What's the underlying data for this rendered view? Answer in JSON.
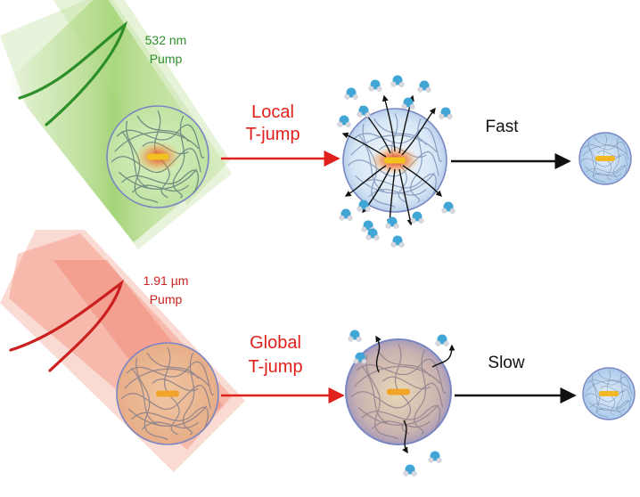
{
  "top_panel": {
    "pump_wavelength": "532 nm",
    "pump_label": "Pump",
    "jump_label_line1": "Local",
    "jump_label_line2": "T-jump",
    "speed_label": "Fast",
    "pump_color": "#2e8f2a",
    "beam_color": "#7cc23c"
  },
  "bottom_panel": {
    "pump_wavelength": "1.91 µm",
    "pump_label": "Pump",
    "jump_label_line1": "Global",
    "jump_label_line2": "T-jump",
    "speed_label": "Slow",
    "pump_color": "#cc1f1f",
    "beam_color": "#e85a43"
  },
  "colors": {
    "red_text": "#e0201c",
    "red_arrow": "#e0201c",
    "black_arrow": "#111111",
    "nanorod": "#f2b825",
    "microgel_border": "#7a86c2",
    "water_oxygen": "#3fa6d6",
    "water_hydrogen": "#d8d8e0"
  }
}
